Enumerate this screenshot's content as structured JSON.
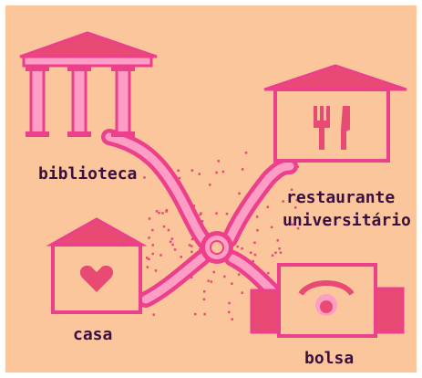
{
  "colors": {
    "background": "#fcc69c",
    "pink_fill": "#e84a74",
    "light_pink": "#ff9ec4",
    "stroke": "#ec3f8c",
    "text": "#3a1040",
    "frame": "#ffffff"
  },
  "locations": {
    "biblioteca": {
      "label": "biblioteca",
      "icon": "columns-icon"
    },
    "restaurante": {
      "label_line1": "restaurante",
      "label_line2": "universitário",
      "icon": "fork-knife-icon"
    },
    "casa": {
      "label": "casa",
      "icon": "heart-icon"
    },
    "bolsa": {
      "label": "bolsa",
      "icon": "eye-icon"
    }
  },
  "hub": {
    "icon": "ring-icon"
  }
}
